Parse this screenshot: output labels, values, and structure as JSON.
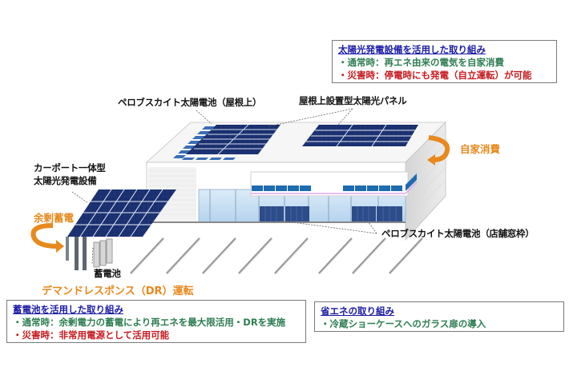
{
  "boxes": {
    "solar": {
      "title": "太陽光発電設備を活用した取り組み",
      "normal": "・通常時：再エネ由来の電気を自家消費",
      "disaster": "・災害時：停電時にも発電（自立運転）が可能"
    },
    "battery": {
      "title": "蓄電池を活用した取り組み",
      "normal": "・通常時：余剰電力の蓄電により再エネを最大限活用・DRを実施",
      "disaster": "・災害時：非常用電源として活用可能"
    },
    "energy_saving": {
      "title": "省エネの取り組み",
      "item": "・冷蔵ショーケースへのガラス扉の導入"
    }
  },
  "labels": {
    "perovskite_roof": "ペロブスカイト太陽電池（屋根上）",
    "rooftop_panel": "屋根上設置型太陽光パネル",
    "carport_line1": "カーポート一体型",
    "carport_line2": "太陽光発電設備",
    "perovskite_window": "ペロブスカイト太陽電池（店舗窓枠）",
    "battery": "蓄電池",
    "self_consumption": "自家消費",
    "surplus_storage": "余剰蓄電",
    "demand_response": "デマンドレスポンス（DR）運転"
  },
  "colors": {
    "panel_navy": "#1a2f6e",
    "perovskite_blue": "#3a6db5",
    "orange_accent": "#e8891e",
    "title_blue": "#1a1aa6",
    "normal_green": "#2e7d52",
    "disaster_red": "#c8191e"
  }
}
